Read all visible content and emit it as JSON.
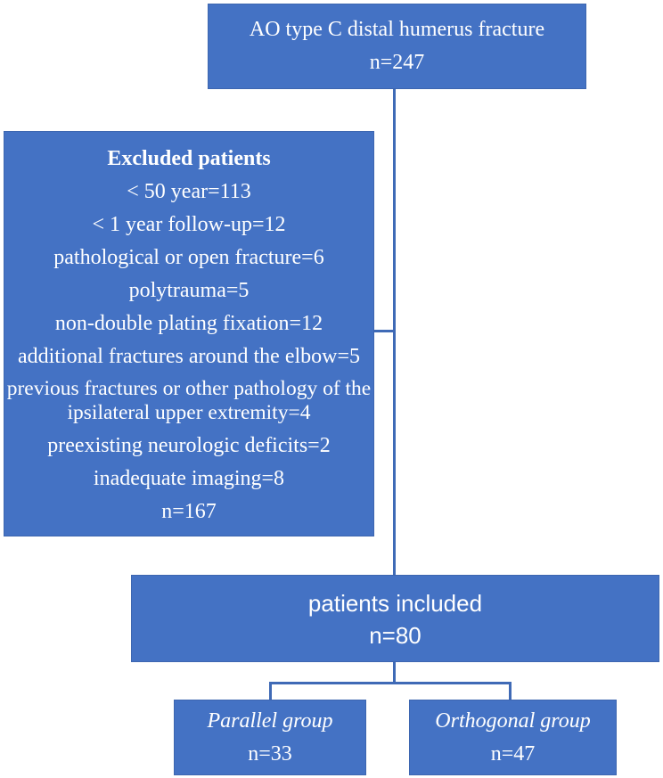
{
  "colors": {
    "background": "#ffffff",
    "box_fill": "#4472C4",
    "box_border": "#3d66b0",
    "connector": "#3f6ab6",
    "text_color": "#ffffff"
  },
  "figure": {
    "type": "patient-flow-diagram",
    "boxes": {
      "total": {
        "line1": "AO type C distal humerus fracture",
        "line2": "n=247"
      },
      "excluded": {
        "title": "Excluded patients",
        "items": [
          "< 50 year=113",
          "< 1 year follow-up=12",
          "pathological or open fracture=6",
          "polytrauma=5",
          "non-double plating fixation=12",
          "additional fractures around the elbow=5",
          "previous fractures or other pathology of the ipsilateral upper extremity=4",
          "preexisting neurologic deficits=2",
          "inadequate imaging=8"
        ],
        "total": "n=167"
      },
      "included": {
        "line1": "patients included",
        "line2": "n=80"
      },
      "parallel": {
        "line1": "Parallel group",
        "line2": "n=33"
      },
      "orthogonal": {
        "line1": "Orthogonal group",
        "line2": "n=47"
      }
    }
  }
}
